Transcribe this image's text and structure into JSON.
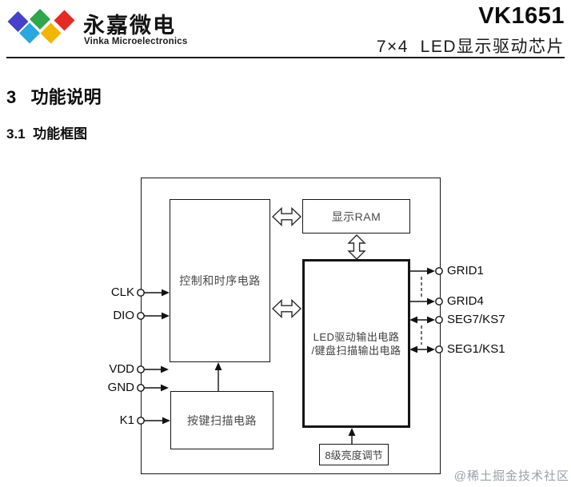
{
  "header": {
    "brand_cn": "永嘉微电",
    "brand_en": "Vinka Microelectronics",
    "part_number": "VK1651",
    "subtitle": "7×4  LED显示驱动芯片"
  },
  "headings": {
    "section": "3   功能说明",
    "subsection": "3.1  功能框图"
  },
  "diagram": {
    "control_block": "控制和时序电路",
    "ram_block": "显示RAM",
    "led_block_line1": "LED驱动输出电路",
    "led_block_line2": "/键盘扫描输出电路",
    "keyscan_block": "按键扫描电路",
    "brightness_block": "8级亮度调节",
    "pins_left": [
      "CLK",
      "DIO",
      "VDD",
      "GND",
      "K1"
    ],
    "pins_right": [
      "GRID1",
      "GRID4",
      "SEG7/KS7",
      "SEG1/KS1"
    ]
  },
  "watermark": "@稀土掘金技术社区",
  "colors": {
    "diamond_indigo": "#4641c8",
    "diamond_cyan": "#27a8e0",
    "diamond_green": "#2fa54c",
    "diamond_yellow": "#f2b500",
    "diamond_red": "#e52a23"
  }
}
